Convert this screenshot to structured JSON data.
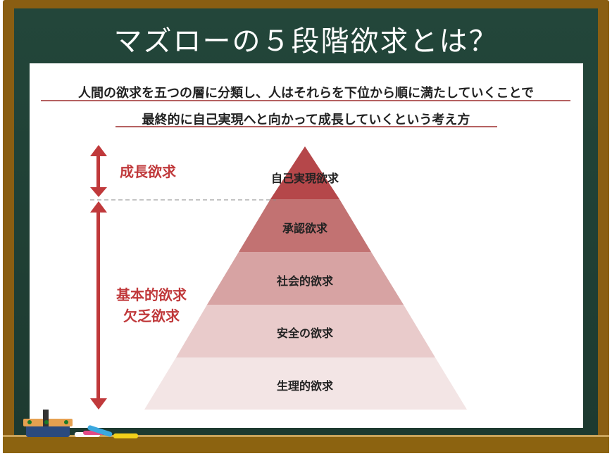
{
  "title": "マズローの５段階欲求とは？",
  "description": [
    "人間の欲求を五つの層に分類し、人はそれらを下位から順に満たしていくことで",
    "最終的に自己実現へと向かって成長していくという考え方"
  ],
  "groups": {
    "growth": "成長欲求",
    "basic_1": "基本的欲求",
    "basic_2": "欠乏欲求"
  },
  "levels": [
    "自己実現欲求",
    "承認欲求",
    "社会的欲求",
    "安全の欲求",
    "生理的欲求"
  ],
  "colors": {
    "accent": "#c0393b",
    "levels": [
      "#b5474a",
      "#c27272",
      "#d7a3a3",
      "#e9cbcb",
      "#f3e5e5"
    ]
  }
}
